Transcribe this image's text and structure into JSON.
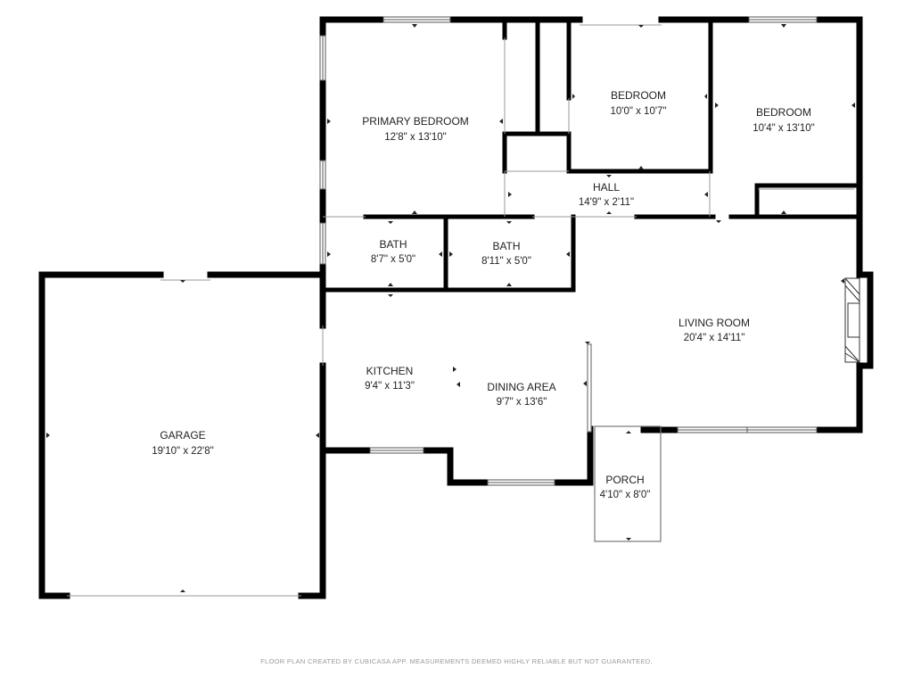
{
  "rooms": {
    "primary_bedroom": {
      "name": "PRIMARY BEDROOM",
      "dims": "12'8\" x 13'10\""
    },
    "bedroom_1": {
      "name": "BEDROOM",
      "dims": "10'0\" x 10'7\""
    },
    "bedroom_2": {
      "name": "BEDROOM",
      "dims": "10'4\" x 13'10\""
    },
    "hall": {
      "name": "HALL",
      "dims": "14'9\" x 2'11\""
    },
    "bath_1": {
      "name": "BATH",
      "dims": "8'7\" x 5'0\""
    },
    "bath_2": {
      "name": "BATH",
      "dims": "8'11\" x 5'0\""
    },
    "living_room": {
      "name": "LIVING ROOM",
      "dims": "20'4\" x 14'11\""
    },
    "kitchen": {
      "name": "KITCHEN",
      "dims": "9'4\" x 11'3\""
    },
    "dining_area": {
      "name": "DINING AREA",
      "dims": "9'7\" x 13'6\""
    },
    "garage": {
      "name": "GARAGE",
      "dims": "19'10\" x 22'8\""
    },
    "porch": {
      "name": "PORCH",
      "dims": "4'10\" x 8'0\""
    }
  },
  "footer": {
    "disclaimer": "FLOOR PLAN CREATED BY CUBICASA APP. MEASUREMENTS DEEMED HIGHLY RELIABLE BUT NOT GUARANTEED."
  },
  "colors": {
    "wall": "#000000",
    "thin_wall": "#777777",
    "window": "#555555",
    "background": "#ffffff"
  },
  "icons": [
    "fireplace-icon",
    "window-icon",
    "dimension-marker-icon"
  ]
}
